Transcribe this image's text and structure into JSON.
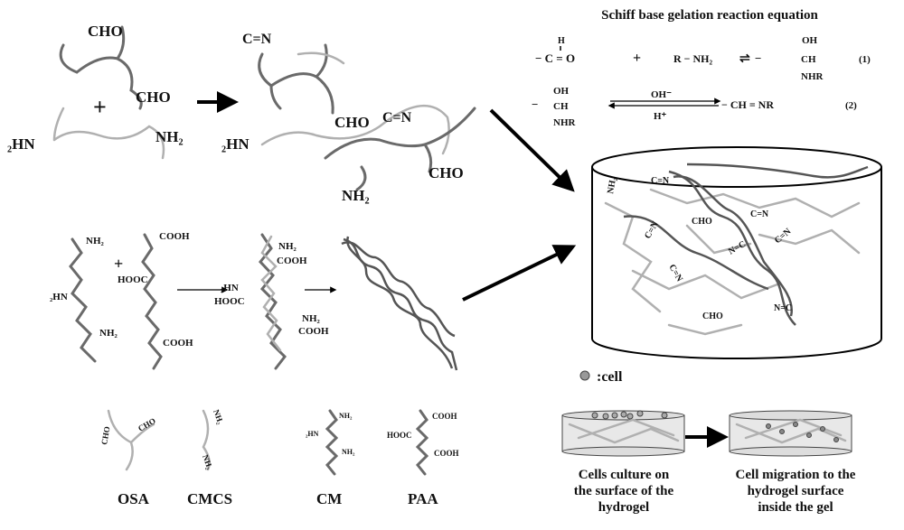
{
  "equation": {
    "title": "Schiff base gelation reaction equation",
    "eq1": {
      "h": "H",
      "left": "− C = O",
      "plus": "+",
      "amine": "R − NH₂",
      "arrow": "⇌",
      "minus": "−",
      "oh": "OH",
      "ch": "CH",
      "nhr": "NHR",
      "num": "(1)"
    },
    "eq2": {
      "minus": "−",
      "oh": "OH",
      "ch": "CH",
      "nhr": "NHR",
      "above": "OH⁻",
      "below": "H⁺",
      "product": "− CH = NR",
      "num": "(2)"
    }
  },
  "scheme_top": {
    "cho1": "CHO",
    "plus": "+",
    "cho2": "CHO",
    "hn": "₂HN",
    "nh2": "NH₂",
    "cn1": "C=N",
    "cho3": "CHO",
    "cn2": "C=N",
    "hn2": "₂HN",
    "nh2b": "NH₂",
    "cho4": "CHO"
  },
  "scheme_bottom": {
    "nh2a": "NH₂",
    "hn": "₂HN",
    "nh2b": "NH₂",
    "plus": "+",
    "cooh1": "COOH",
    "hooc": "HOOC",
    "cooh2": "COOH",
    "nh2c": "NH₂",
    "cooh3": "COOH",
    "hn2": "₂HN",
    "hooc2": "HOOC",
    "nh2d": "NH₂",
    "cooh4": "COOH"
  },
  "gel": {
    "labels": [
      "NH₂",
      "C=N",
      "CHO",
      "C=N",
      "C=N",
      "N=C",
      "C=N",
      "C=N",
      "CHO",
      "N=C"
    ]
  },
  "legend": {
    "cell": ":cell"
  },
  "cells": {
    "caption1": [
      "Cells  culture on",
      "the surface of the",
      "hydrogel"
    ],
    "caption2": [
      "Cell migration to the",
      "hydrogel surface",
      "inside the gel"
    ]
  },
  "monomers": {
    "osa": {
      "name": "OSA",
      "g1": "CHO",
      "g2": "CHO"
    },
    "cmcs": {
      "name": "CMCS",
      "g1": "NH₂",
      "g2": "NH₂"
    },
    "cm": {
      "name": "CM",
      "g1": "NH₂",
      "g2": "₂HN",
      "g3": "NH₂"
    },
    "paa": {
      "name": "PAA",
      "g1": "COOH",
      "g2": "HOOC",
      "g3": "COOH"
    }
  }
}
